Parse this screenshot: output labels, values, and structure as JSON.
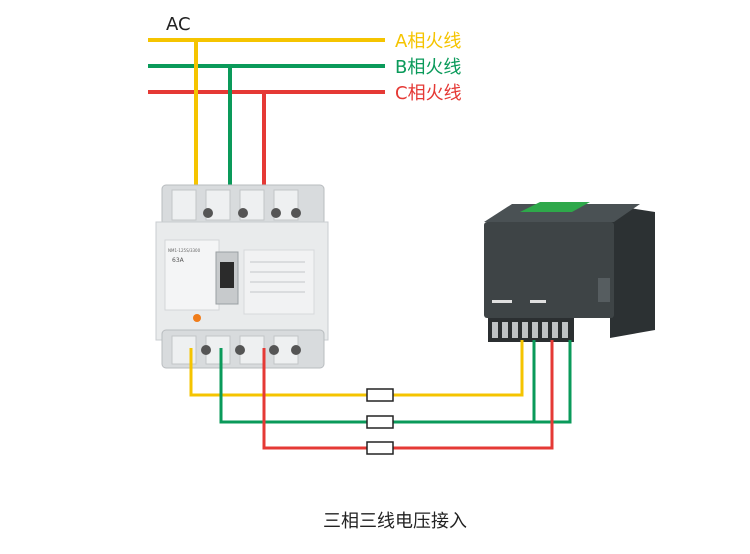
{
  "source_label": "AC",
  "phases": [
    {
      "label": "A相火线",
      "color": "#f5c400"
    },
    {
      "label": "B相火线",
      "color": "#0a9a5a"
    },
    {
      "label": "C相火线",
      "color": "#e53935"
    }
  ],
  "caption": "三相三线电压接入",
  "breaker": {
    "rating": "63A",
    "model_text": "NM1-125S/3300"
  },
  "colors": {
    "meter_body": "#3e4446",
    "meter_label_green": "#2ea84a",
    "breaker_body": "#e9ebec"
  }
}
